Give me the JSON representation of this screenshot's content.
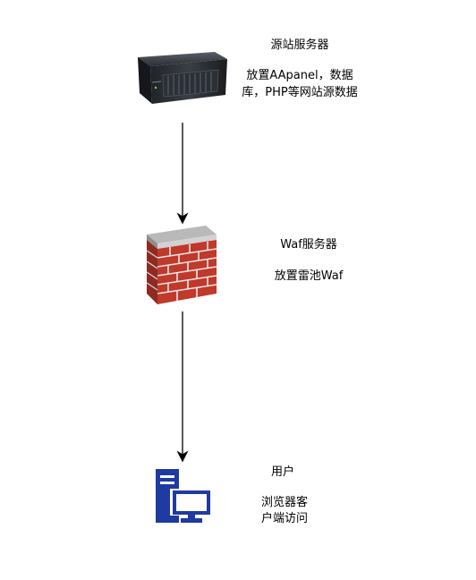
{
  "nodes": {
    "origin_server": {
      "title": "源站服务器",
      "desc_line1": "放置AApanel，数据",
      "desc_line2": "库，PHP等网站源数据",
      "icon": "server-rack-icon"
    },
    "waf_server": {
      "title": "Waf服务器",
      "desc": "放置雷池Waf",
      "icon": "firewall-brick-wall-icon"
    },
    "user": {
      "title": "用户",
      "desc_line1": "浏览器客",
      "desc_line2": "户端访问",
      "icon": "desktop-computer-icon"
    }
  },
  "edges": [
    {
      "from": "origin_server",
      "to": "waf_server"
    },
    {
      "from": "waf_server",
      "to": "user"
    }
  ],
  "colors": {
    "user_icon": "#1f3aa0",
    "firewall_brick": "#c0392b",
    "server_body": "#1a1a1a"
  }
}
